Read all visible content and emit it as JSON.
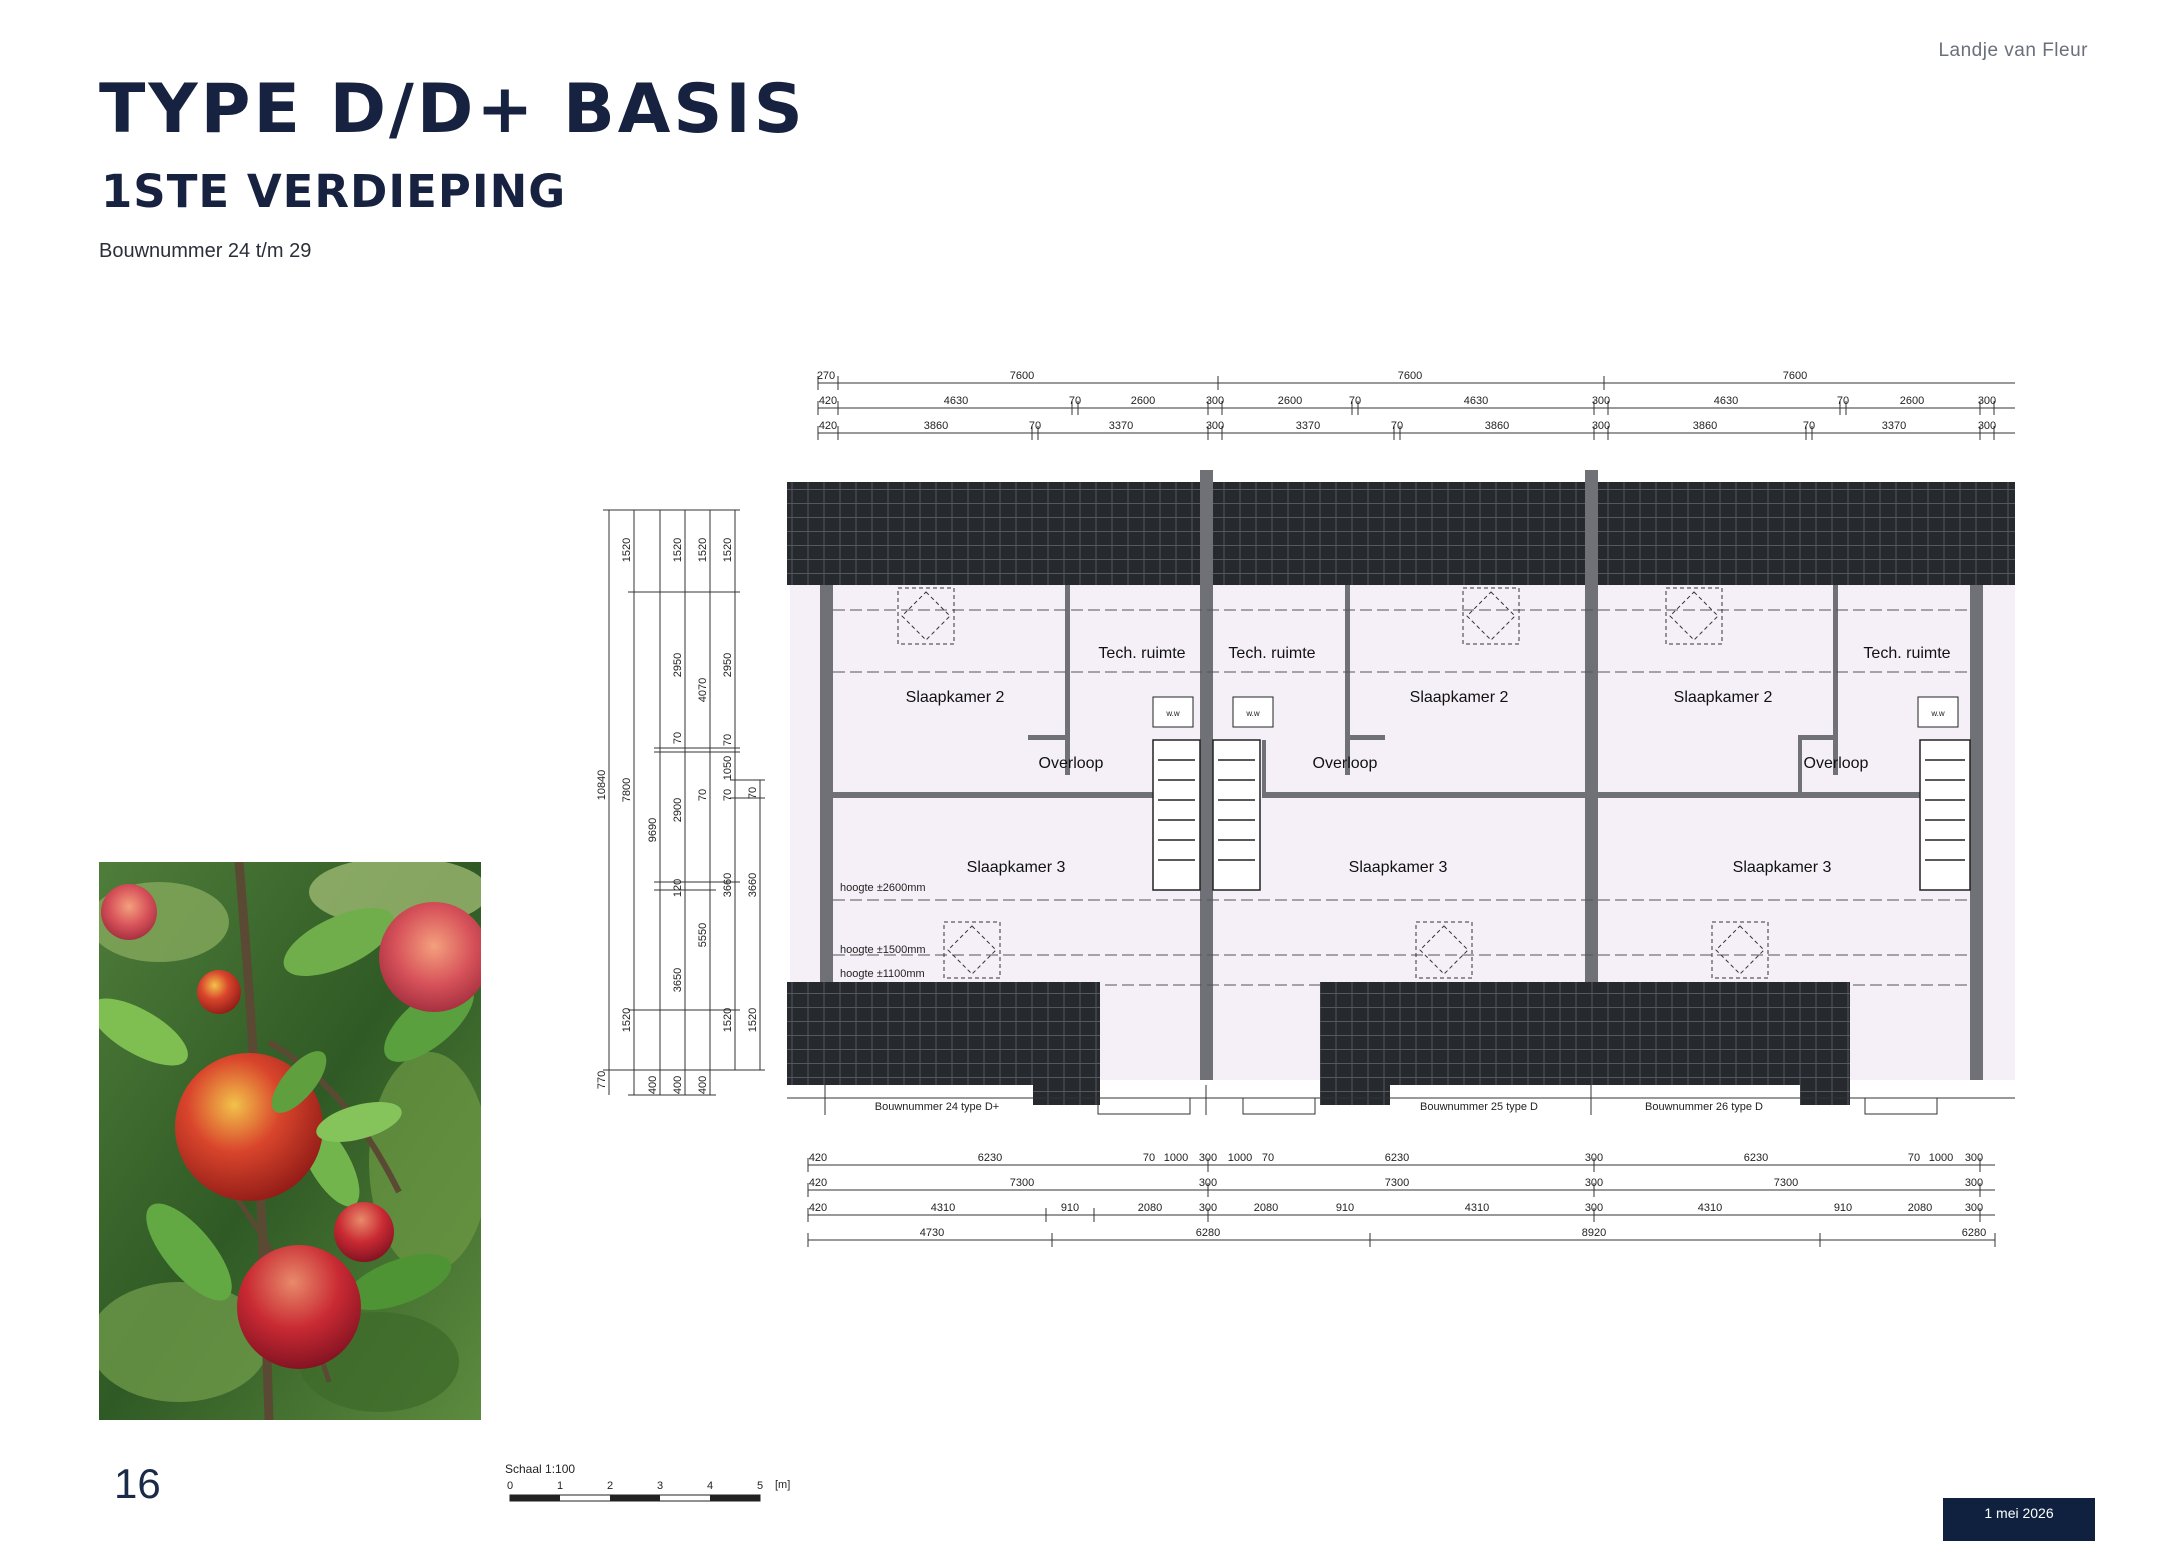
{
  "brand": "Landje van Fleur",
  "title": "TYPE D/D+ BASIS",
  "subtitle": "1STE VERDIEPING",
  "bouwnummers": "Bouwnummer 24 t/m 29",
  "page_number": "16",
  "date": "1 mei 2026",
  "scale": {
    "label": "Schaal 1:100",
    "ticks": [
      "0",
      "1",
      "2",
      "3",
      "4",
      "5"
    ],
    "unit": "[m]"
  },
  "floorplan": {
    "rooms": {
      "tech1": "Tech. ruimte",
      "tech2": "Tech. ruimte",
      "tech3": "Tech. ruimte",
      "slp2a": "Slaapkamer 2",
      "slp2b": "Slaapkamer 2",
      "slp2c": "Slaapkamer 2",
      "over1": "Overloop",
      "over2": "Overloop",
      "over3": "Overloop",
      "slp3a": "Slaapkamer 3",
      "slp3b": "Slaapkamer 3",
      "slp3c": "Slaapkamer 3"
    },
    "heights": [
      "hoogte ±2600mm",
      "hoogte ±1500mm",
      "hoogte ±1100mm"
    ],
    "ww": "w.w",
    "units": [
      "Bouwnummer 24 type D+",
      "Bouwnummer 25 type D",
      "Bouwnummer 26 type D"
    ],
    "dims_top": {
      "row1": [
        "270",
        "7600",
        "7600",
        "7600"
      ],
      "row2": [
        "420",
        "4630",
        "70",
        "2600",
        "300",
        "2600",
        "70",
        "4630",
        "300",
        "4630",
        "70",
        "2600",
        "300"
      ],
      "row3": [
        "420",
        "3860",
        "70",
        "3370",
        "300",
        "3370",
        "70",
        "3860",
        "300",
        "3860",
        "70",
        "3370",
        "300"
      ]
    },
    "dims_bottom": {
      "row1": [
        "420",
        "6230",
        "70",
        "1000",
        "300",
        "1000",
        "70",
        "6230",
        "300",
        "6230",
        "70",
        "1000",
        "300"
      ],
      "row2": [
        "420",
        "7300",
        "300",
        "7300",
        "300",
        "7300",
        "300"
      ],
      "row3": [
        "420",
        "4310",
        "910",
        "2080",
        "300",
        "2080",
        "910",
        "4310",
        "300",
        "4310",
        "910",
        "2080",
        "300"
      ],
      "row4": [
        "4730",
        "6280",
        "8920",
        "6280"
      ]
    },
    "dims_left": {
      "c1": [
        "10840",
        "770"
      ],
      "c2": [
        "1520",
        "7800",
        "1520"
      ],
      "c3": [
        "9690",
        "400"
      ],
      "c4": [
        "1520",
        "2950",
        "70",
        "2900",
        "120",
        "3650",
        "400"
      ],
      "c5": [
        "1520",
        "4070",
        "70",
        "5550",
        "400"
      ],
      "c6": [
        "1520",
        "2950",
        "70",
        "1050",
        "70",
        "3660",
        "1520"
      ],
      "c7": [
        "70",
        "3660",
        "1520"
      ]
    }
  }
}
